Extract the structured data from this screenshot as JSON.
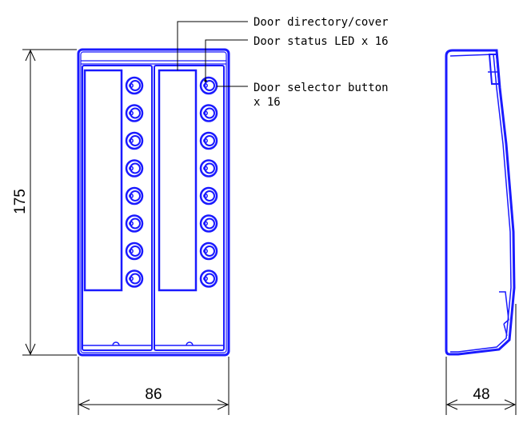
{
  "callouts": {
    "cover": "Door directory/cover",
    "led": "Door status LED x 16",
    "button_line1": "Door selector button",
    "button_line2": "x 16"
  },
  "dimensions": {
    "height": "175",
    "width": "86",
    "depth": "48"
  },
  "colors": {
    "outline": "#1a1aff",
    "annotation": "#000000"
  },
  "buttons_per_column": 8
}
